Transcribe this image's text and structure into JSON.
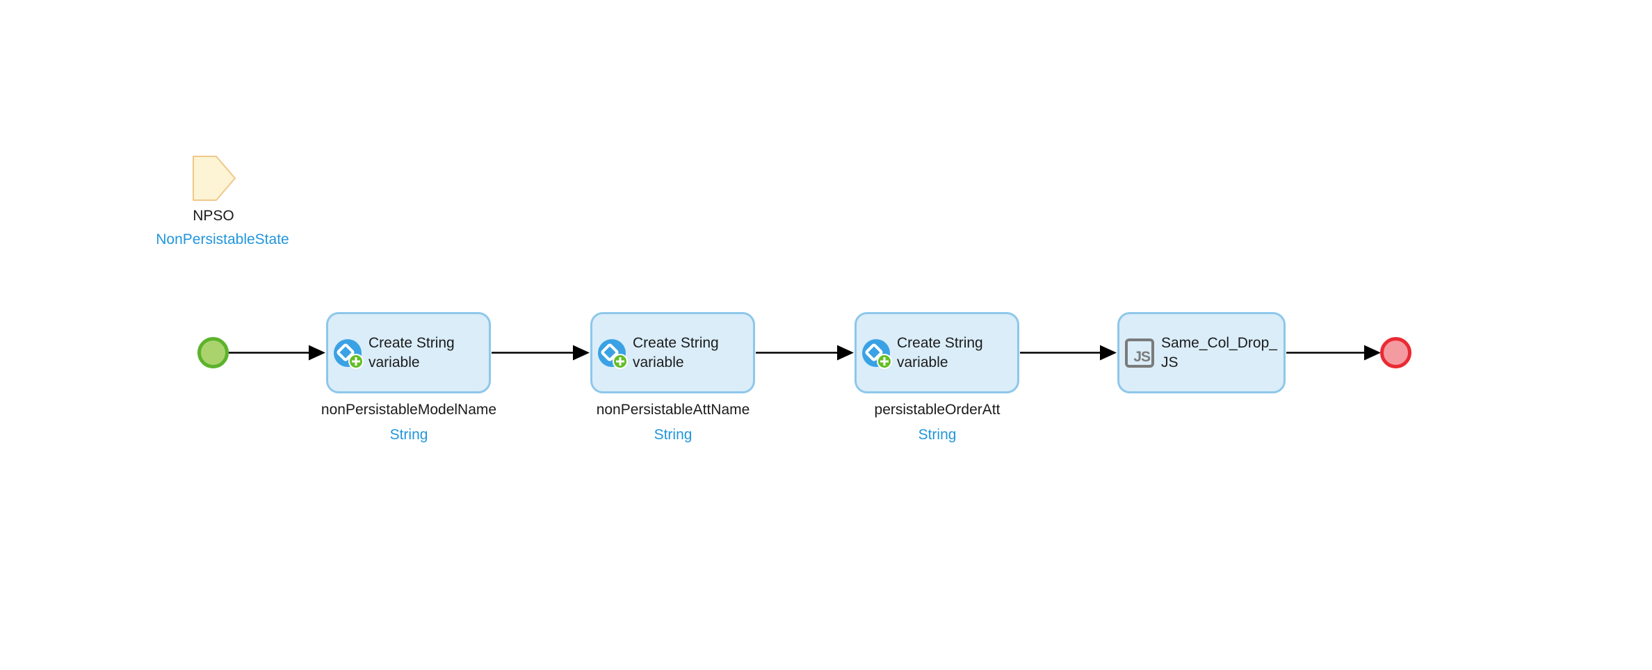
{
  "diagram": {
    "annotation": {
      "name": "NPSO",
      "entity": "NonPersistableState"
    },
    "start_event": {
      "type": "start"
    },
    "end_event": {
      "type": "end"
    },
    "activities": [
      {
        "label": "Create String variable",
        "icon": "create-variable-icon",
        "caption": "nonPersistableModelName",
        "caption_type": "String"
      },
      {
        "label": "Create String variable",
        "icon": "create-variable-icon",
        "caption": "nonPersistableAttName",
        "caption_type": "String"
      },
      {
        "label": "Create String variable",
        "icon": "create-variable-icon",
        "caption": "persistableOrderAtt",
        "caption_type": "String"
      },
      {
        "label": "Same_Col_Drop_JS",
        "icon": "javascript-action-icon",
        "icon_glyph": "JS"
      }
    ],
    "colors": {
      "activity_fill": "#daedf9",
      "activity_border": "#8ec7ea",
      "start_fill": "#aad36e",
      "start_border": "#5cb32b",
      "end_fill": "#f49ba1",
      "end_border": "#eb2a33",
      "annotation_fill": "#fdf4d5",
      "annotation_border": "#efc887",
      "blue_text": "#2196db",
      "icon_blue": "#3aa2e4",
      "icon_green": "#64be28",
      "js_gray": "#7b7b7b",
      "connector": "#000000"
    }
  }
}
